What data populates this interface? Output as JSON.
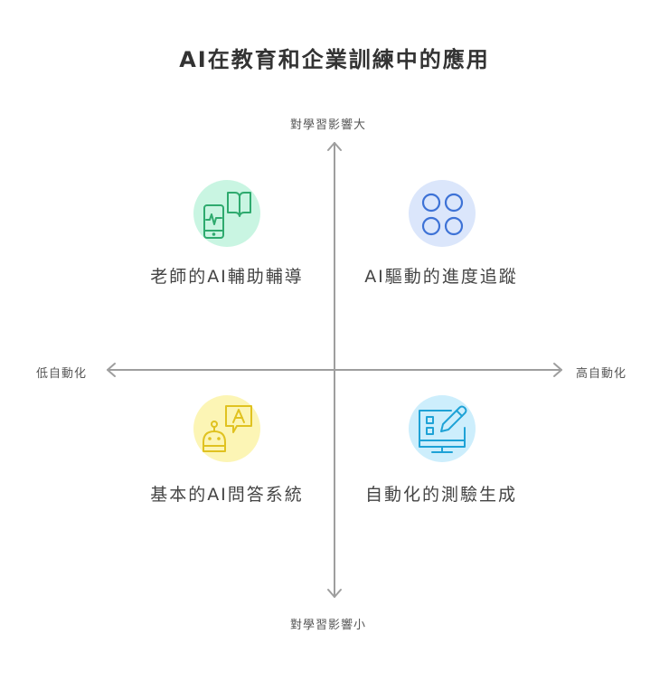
{
  "title": "AI在教育和企業訓練中的應用",
  "axes": {
    "y_top": "對學習影響大",
    "y_bottom": "對學習影響小",
    "x_left": "低自動化",
    "x_right": "高自動化",
    "color": "#9e9e9e"
  },
  "quadrants": [
    {
      "position": "top-left",
      "label": "老師的AI輔助輔導",
      "icon": "phone-book-icon",
      "bg": "#c9f5e2",
      "stroke": "#2eaa6e"
    },
    {
      "position": "top-right",
      "label": "AI驅動的進度追蹤",
      "icon": "four-circles-icon",
      "bg": "#dbe6fb",
      "stroke": "#3d72d6"
    },
    {
      "position": "bottom-left",
      "label": "基本的AI問答系統",
      "icon": "robot-chat-icon",
      "bg": "#fcf5b5",
      "stroke": "#e0c220"
    },
    {
      "position": "bottom-right",
      "label": "自動化的測驗生成",
      "icon": "monitor-pen-icon",
      "bg": "#cdeefc",
      "stroke": "#1ea2d6"
    }
  ]
}
